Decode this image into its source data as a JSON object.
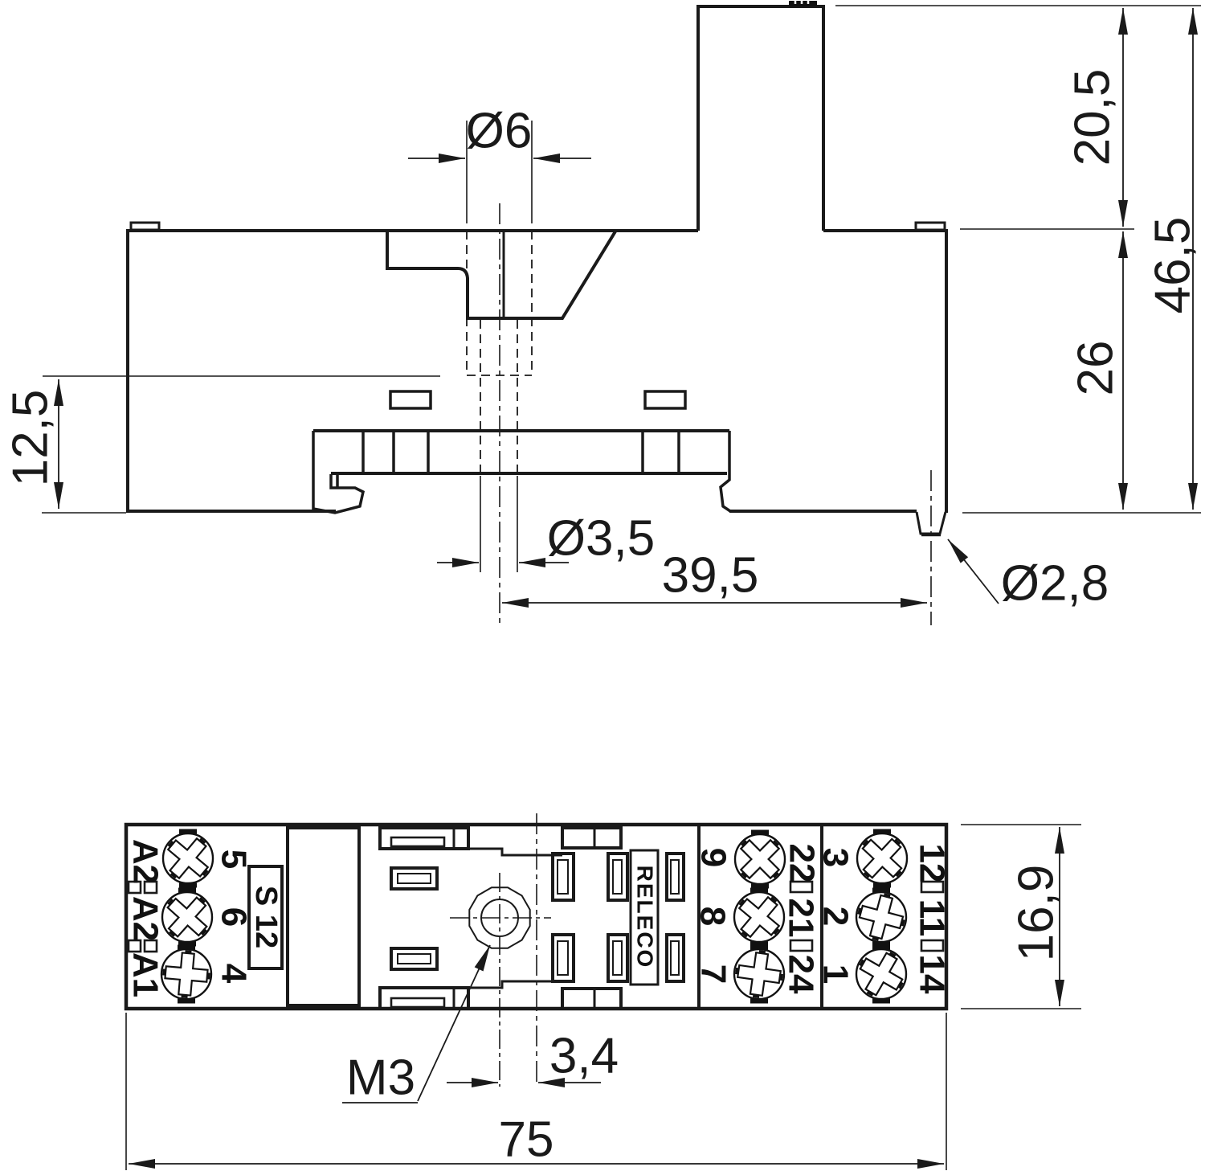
{
  "drawing": {
    "type": "technical dimensional drawing, relay socket, two views",
    "line_color": "#1a1a1a",
    "background": "#ffffff"
  },
  "side_view": {
    "dims": {
      "hole_top": "Ø6",
      "rail_height": "12,5",
      "tower_height": "20,5",
      "total_height": "46,5",
      "body_height": "26",
      "hole_bottom": "Ø3,5",
      "pin_offset": "39,5",
      "pin_diameter": "Ø2,8"
    }
  },
  "bottom_view": {
    "brand": "RELECO",
    "model": "S 12",
    "coil_labels": [
      "A2",
      "A2",
      "A1"
    ],
    "coil_numbers": [
      "5",
      "6",
      "4"
    ],
    "mid_left_numbers": [
      "9",
      "8",
      "7"
    ],
    "mid_right_numbers": [
      "22",
      "21",
      "24"
    ],
    "right_left_numbers": [
      "3",
      "2",
      "1"
    ],
    "right_right_numbers": [
      "12",
      "11",
      "14"
    ],
    "dims": {
      "screw_thread": "M3",
      "center_offset": "3,4",
      "total_width": "75",
      "total_depth": "16,9"
    }
  }
}
